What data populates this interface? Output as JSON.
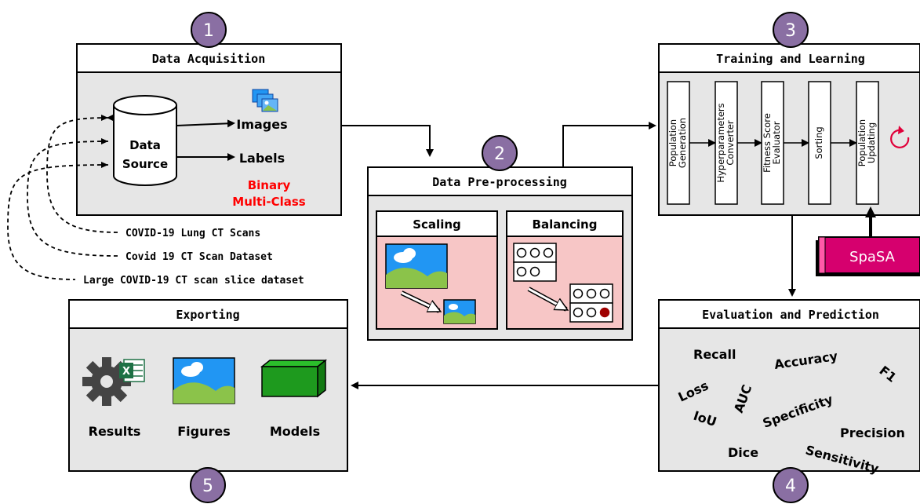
{
  "colors": {
    "panel_fill": "#e6e6e6",
    "badge_fill": "#8a6fa3",
    "pink_fill": "#f7c6c6",
    "red_text": "#ff0000",
    "spasa_fill": "#d6006e",
    "model_green": "#1e9a1e",
    "sky_blue": "#2196f3",
    "hill_green": "#8bc34a",
    "dot_red": "#a00000",
    "refresh_red": "#e0003a"
  },
  "badges": {
    "step1": "1",
    "step2": "2",
    "step3": "3",
    "step4": "4",
    "step5": "5"
  },
  "acquisition": {
    "title": "Data Acquisition",
    "source_line1": "Data",
    "source_line2": "Source",
    "images": "Images",
    "labels": "Labels",
    "binary": "Binary",
    "multiclass": "Multi-Class",
    "icon": "image-stack-icon"
  },
  "datasets": [
    "COVID-19 Lung CT Scans",
    "Covid 19 CT Scan Dataset",
    "Large COVID-19 CT scan slice dataset"
  ],
  "preprocessing": {
    "title": "Data Pre-processing",
    "scaling": "Scaling",
    "balancing": "Balancing"
  },
  "training": {
    "title": "Training and Learning",
    "steps": [
      {
        "line1": "Population",
        "line2": "Generation"
      },
      {
        "line1": "Hyperparameters",
        "line2": "Converter"
      },
      {
        "line1": "Fitness Score",
        "line2": "Evaluator"
      },
      {
        "line1": "Sorting",
        "line2": ""
      },
      {
        "line1": "Population",
        "line2": "Updating"
      }
    ],
    "optimizer": "SpaSA",
    "loop_icon": "refresh-icon"
  },
  "evaluation": {
    "title": "Evaluation and Prediction",
    "metrics": {
      "recall": "Recall",
      "accuracy": "Accuracy",
      "f1": "F1",
      "loss": "Loss",
      "auc": "AUC",
      "specificity": "Specificity",
      "precision": "Precision",
      "iou": "IoU",
      "sensitivity": "Sensitivity",
      "dice": "Dice"
    }
  },
  "exporting": {
    "title": "Exporting",
    "results": "Results",
    "figures": "Figures",
    "models": "Models",
    "results_icon": "gear-excel-icon",
    "figures_icon": "picture-icon",
    "models_icon": "green-cube-icon"
  }
}
